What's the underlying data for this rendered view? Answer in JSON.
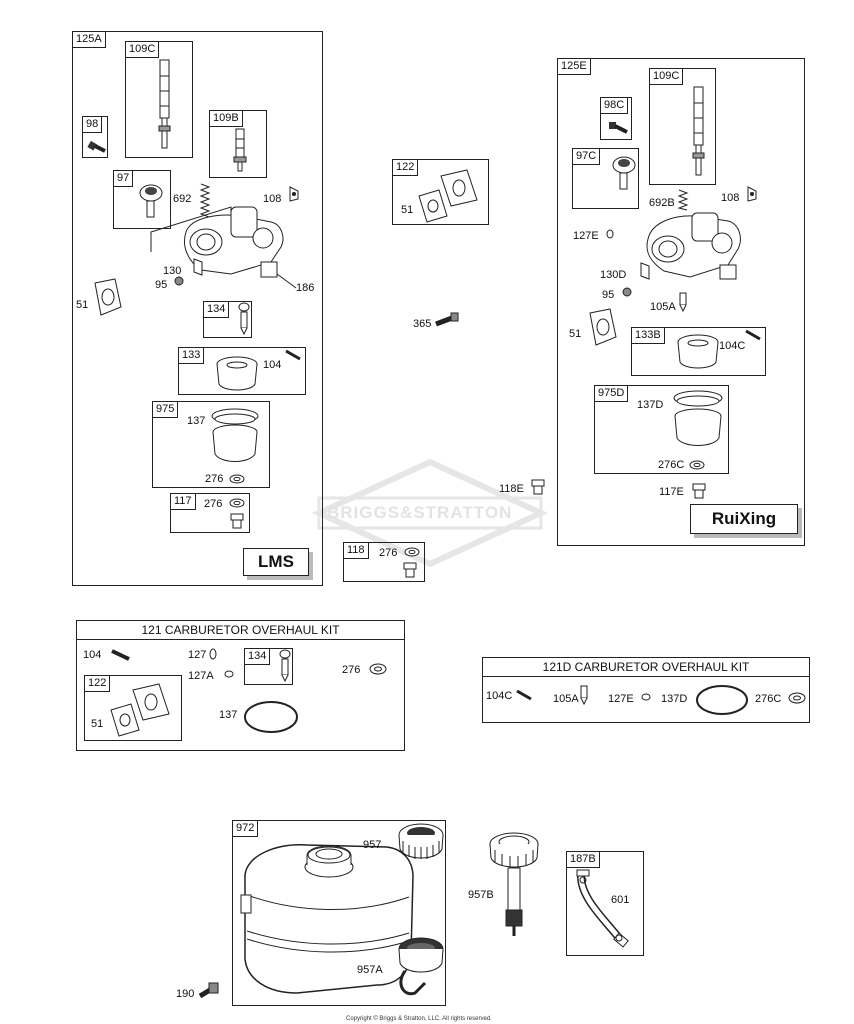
{
  "watermark": "BRIGGS&STRATTON",
  "copyright": "Copyright © Briggs & Stratton, LLC. All rights reserved.",
  "group_lms": {
    "tag": "125A",
    "brand": "LMS",
    "sub": {
      "s109c": "109C",
      "s98": "98",
      "s109b": "109B",
      "s97": "97",
      "s134": "134",
      "s133": "133",
      "s975": "975",
      "s117": "117"
    },
    "labels": {
      "l692": "692",
      "l108": "108",
      "l130": "130",
      "l95": "95",
      "l51": "51",
      "l186": "186",
      "l104": "104",
      "l137": "137",
      "l276a": "276",
      "l276b": "276"
    }
  },
  "group_122": {
    "tag": "122",
    "l51": "51"
  },
  "label_365": "365",
  "label_118e": "118E",
  "group_118": {
    "tag": "118",
    "l276": "276"
  },
  "group_ruixing": {
    "tag": "125E",
    "brand": "RuiXing",
    "sub": {
      "s98c": "98C",
      "s109c": "109C",
      "s97c": "97C",
      "s133b": "133B",
      "s975d": "975D"
    },
    "labels": {
      "l692b": "692B",
      "l108": "108",
      "l127e": "127E",
      "l130d": "130D",
      "l95": "95",
      "l105a": "105A",
      "l51": "51",
      "l104c": "104C",
      "l137d": "137D",
      "l276c": "276C",
      "l117e": "117E"
    }
  },
  "kit121": {
    "title": "121 CARBURETOR OVERHAUL KIT",
    "l104": "104",
    "l127": "127",
    "l127a": "127A",
    "l134": "134",
    "l276": "276",
    "l122": "122",
    "l51": "51",
    "l137": "137"
  },
  "kit121d": {
    "title": "121D CARBURETOR OVERHAUL KIT",
    "l104c": "104C",
    "l105a": "105A",
    "l127e": "127E",
    "l137d": "137D",
    "l276c": "276C"
  },
  "tank": {
    "tag": "972",
    "l957": "957",
    "l957a": "957A",
    "l190": "190",
    "l957b": "957B"
  },
  "line": {
    "tag": "187B",
    "l601": "601"
  }
}
